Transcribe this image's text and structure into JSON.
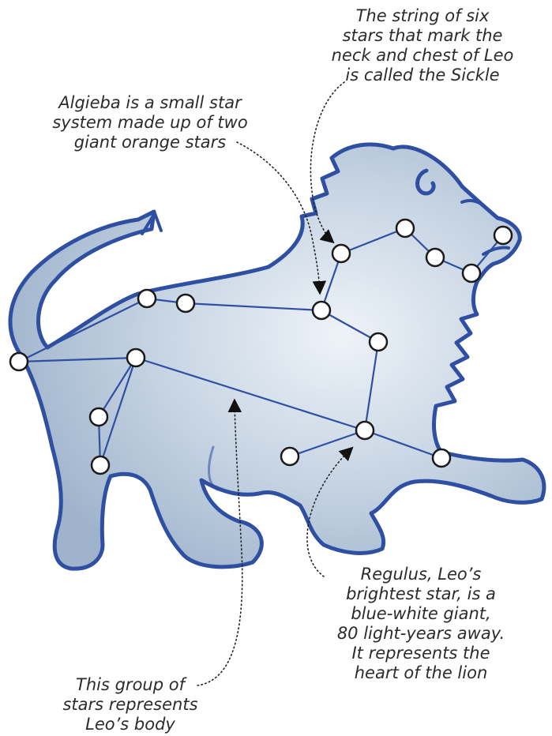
{
  "callouts": {
    "sickle": {
      "lines": [
        "The string of six",
        "stars that mark the",
        "neck and chest of Leo",
        "is called the Sickle"
      ]
    },
    "algieba": {
      "lines": [
        "Algieba is a small star",
        "system made up of two",
        "giant orange stars"
      ]
    },
    "regulus": {
      "lines": [
        "Regulus, Leo’s",
        "brightest star, is a",
        "blue-white giant,",
        "80 light-years away.",
        "It represents the",
        "heart of the lion"
      ]
    },
    "body": {
      "lines": [
        "This group of",
        "stars represents",
        "Leo’s body"
      ]
    }
  },
  "colors": {
    "outline": "#2f4fa3",
    "fill_light": "#dde6f0",
    "fill_dark": "#a9bdd3",
    "star": "#ffffff",
    "star_stroke": "#1a1a1a",
    "pointer": "#222222"
  }
}
